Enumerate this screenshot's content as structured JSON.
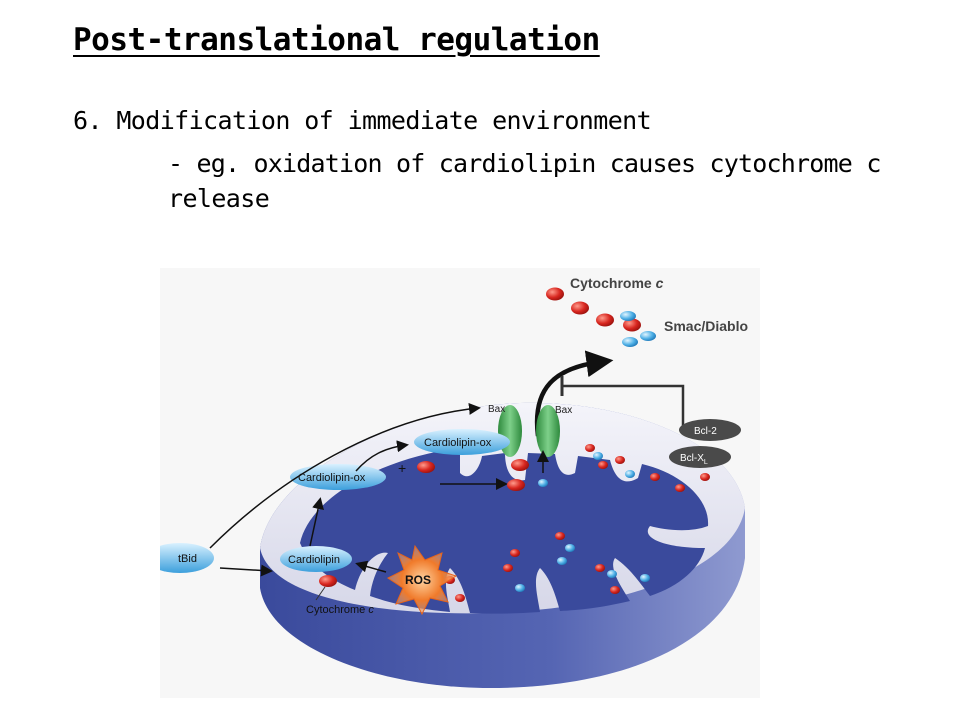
{
  "slide": {
    "title": "Post-translational regulation",
    "point": "6. Modification of immediate environment",
    "sub_line_1": "- eg. oxidation of cardiolipin causes cytochrome c",
    "sub_line_2": "release"
  },
  "diagram": {
    "labels": {
      "cytochrome_c_top_prefix": "Cytochrome ",
      "cytochrome_c_top_suffix": "c",
      "smac_diablo": "Smac/Diablo",
      "bax_left": "Bax",
      "bax_right": "Bax",
      "bcl2": "Bcl-2",
      "bclxl_prefix": "Bcl-X",
      "bclxl_sub": "L",
      "cardiolipin_ox_upper": "Cardiolipin-ox",
      "cardiolipin_ox_lower": "Cardiolipin-ox",
      "plus": "+",
      "cardiolipin": "Cardiolipin",
      "tbid": "tBid",
      "ros": "ROS",
      "cytochrome_c_bottom_prefix": "Cytochrome ",
      "cytochrome_c_bottom_suffix": "c"
    },
    "colors": {
      "matrix_blue": "#3a4a9c",
      "membrane_top": "#e7e7f1",
      "rim_blue": "#4a5aa8",
      "cytochrome_red": "#d8261f",
      "smac_blue": "#4fb0e6",
      "bax_green": "#3aa54b",
      "bcl_grey": "#4a4a4a",
      "ros_orange": "#f07a2a"
    },
    "icons": [
      "cytochrome-c-dot",
      "smac-diablo-dot",
      "bax-protein",
      "bcl-protein",
      "ros-burst",
      "arrow"
    ]
  }
}
